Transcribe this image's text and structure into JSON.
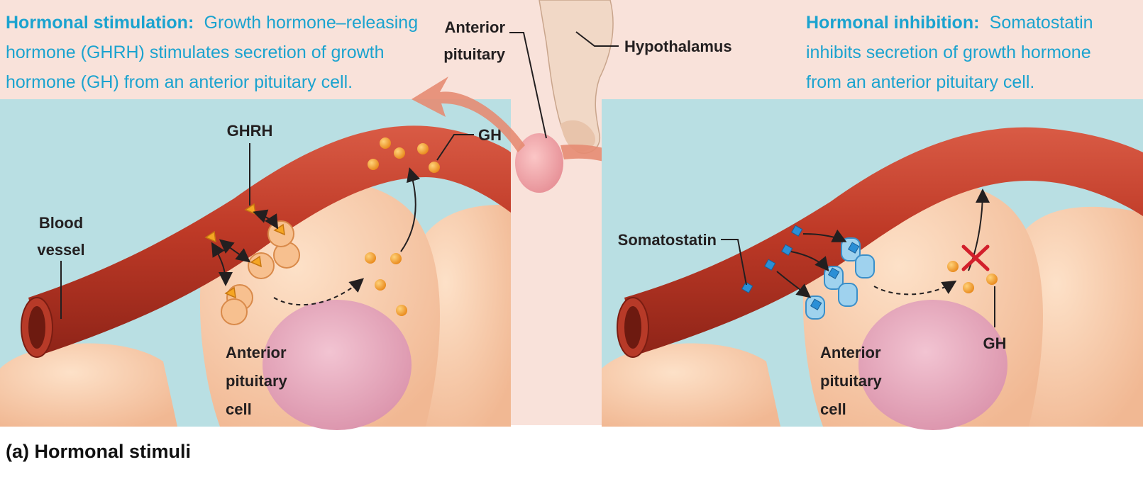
{
  "left_panel": {
    "caption_bold": "Hormonal stimulation:",
    "caption_line1_rest": "Growth hormone–releasing",
    "caption_line2": "hormone (GHRH) stimulates secretion of growth",
    "caption_line3": "hormone (GH) from an anterior pituitary cell.",
    "label_ghrh": "GHRH",
    "label_gh": "GH",
    "label_blood_line1": "Blood",
    "label_blood_line2": "vessel",
    "label_cell_line1": "Anterior",
    "label_cell_line2": "pituitary",
    "label_cell_line3": "cell"
  },
  "center": {
    "label_anterior_line1": "Anterior",
    "label_anterior_line2": "pituitary",
    "label_hypothalamus": "Hypothalamus"
  },
  "right_panel": {
    "caption_bold": "Hormonal inhibition:",
    "caption_line1_rest": "Somatostatin",
    "caption_line2": "inhibits secretion of growth hormone",
    "caption_line3": "from an anterior pituitary cell.",
    "label_somatostatin": "Somatostatin",
    "label_gh": "GH",
    "label_cell_line1": "Anterior",
    "label_cell_line2": "pituitary",
    "label_cell_line3": "cell"
  },
  "figure_label": "(a) Hormonal stimuli",
  "colors": {
    "caption_blue": "#1ba3cf",
    "background_pink": "#f9e2da",
    "fluid_blue": "#b9dfe3",
    "vessel_red": "#c0392b",
    "cell_peach": "#f7c9a4",
    "nucleus_pink": "#e6a9bd",
    "hormone_orange": "#f5a623",
    "somatostatin_blue": "#2b8fd6",
    "receptor_light_blue": "#9fd2ee",
    "inhibition_red": "#d21f2b"
  }
}
